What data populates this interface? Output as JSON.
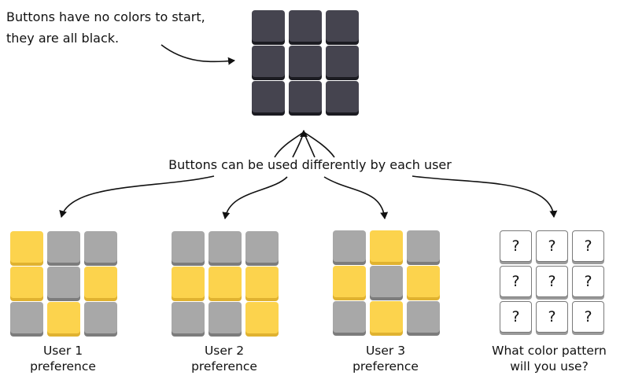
{
  "top_note": {
    "line1": "Buttons have no colors to start,",
    "line2": "they are all black."
  },
  "center_label": "Buttons can be used differently by each user",
  "initial_grid": [
    "black",
    "black",
    "black",
    "black",
    "black",
    "black",
    "black",
    "black",
    "black"
  ],
  "users": [
    {
      "line1": "User 1",
      "line2": "preference",
      "grid": [
        "yellow",
        "gray",
        "gray",
        "yellow",
        "gray",
        "yellow",
        "gray",
        "yellow",
        "gray"
      ]
    },
    {
      "line1": "User 2",
      "line2": "preference",
      "grid": [
        "gray",
        "gray",
        "gray",
        "yellow",
        "yellow",
        "yellow",
        "gray",
        "gray",
        "yellow"
      ]
    },
    {
      "line1": "User 3",
      "line2": "preference",
      "grid": [
        "gray",
        "yellow",
        "gray",
        "yellow",
        "gray",
        "yellow",
        "gray",
        "yellow",
        "gray"
      ]
    },
    {
      "line1": "What color pattern",
      "line2": "will you use?",
      "grid": [
        "white",
        "white",
        "white",
        "white",
        "white",
        "white",
        "white",
        "white",
        "white"
      ],
      "key_label": "?"
    }
  ],
  "colors": {
    "black": "#45444f",
    "gray": "#a8a8a8",
    "yellow": "#fcd34d",
    "white": "#ffffff"
  }
}
